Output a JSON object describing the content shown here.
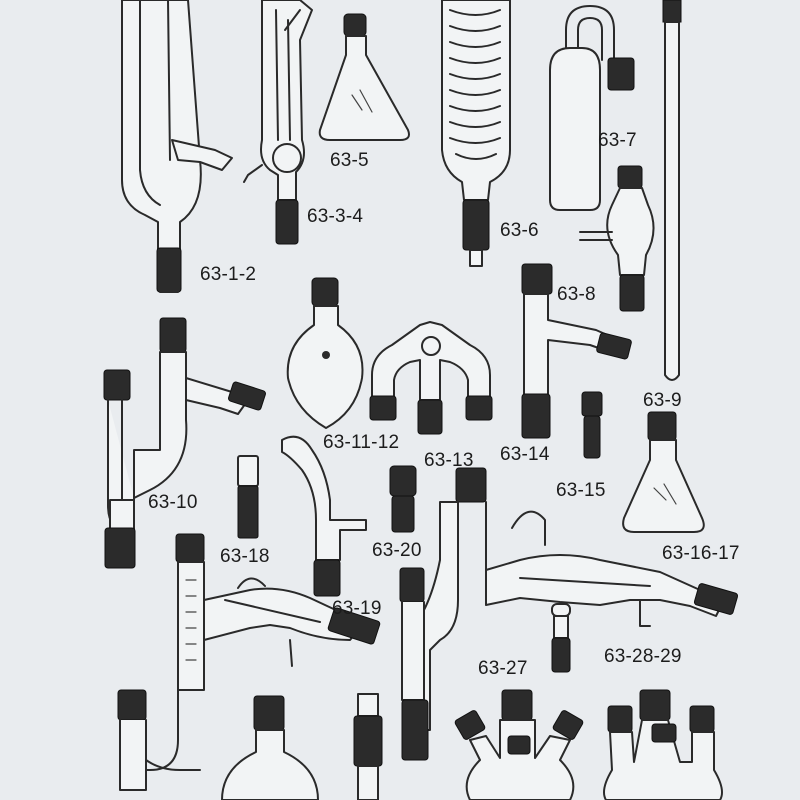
{
  "background_color": "#e9ecef",
  "labels": {
    "l_63_1_2": "63-1-2",
    "l_63_3_4": "63-3-4",
    "l_63_5": "63-5",
    "l_63_6": "63-6",
    "l_63_7": "63-7",
    "l_63_8": "63-8",
    "l_63_9": "63-9",
    "l_63_10": "63-10",
    "l_63_11_12": "63-11-12",
    "l_63_13": "63-13",
    "l_63_14": "63-14",
    "l_63_15": "63-15",
    "l_63_16_17": "63-16-17",
    "l_63_18": "63-18",
    "l_63_19": "63-19",
    "l_63_20": "63-20",
    "l_63_27": "63-27",
    "l_63_28_29": "63-28-29"
  }
}
